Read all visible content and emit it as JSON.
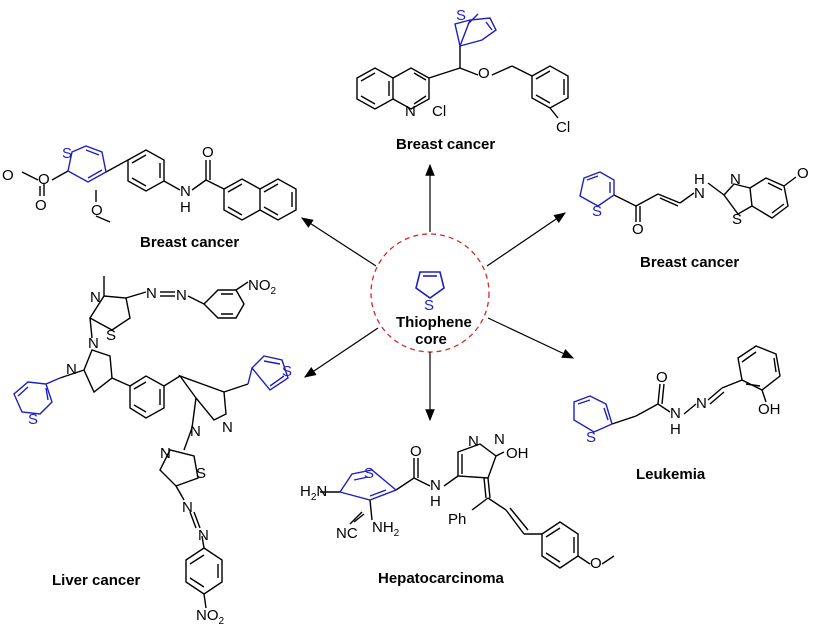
{
  "center": {
    "line1": "Thiophene",
    "line2": "core",
    "atom": "S"
  },
  "labels": {
    "breast_top": "Breast cancer",
    "breast_left": "Breast cancer",
    "breast_right": "Breast cancer",
    "liver": "Liver cancer",
    "hepato": "Hepatocarcinoma",
    "leukemia": "Leukemia"
  },
  "atoms": {
    "S": "S",
    "N": "N",
    "O": "O",
    "Cl": "Cl",
    "H": "H",
    "NO2": "NO2",
    "H2N": "H2N",
    "NH2": "NH2",
    "NC": "NC",
    "Ph": "Ph",
    "OH": "OH",
    "N_N": "N",
    "NH": "N"
  },
  "colors": {
    "thiophene": "#1f1fbf",
    "dashed_circle": "#d62828",
    "bond": "#000000"
  }
}
